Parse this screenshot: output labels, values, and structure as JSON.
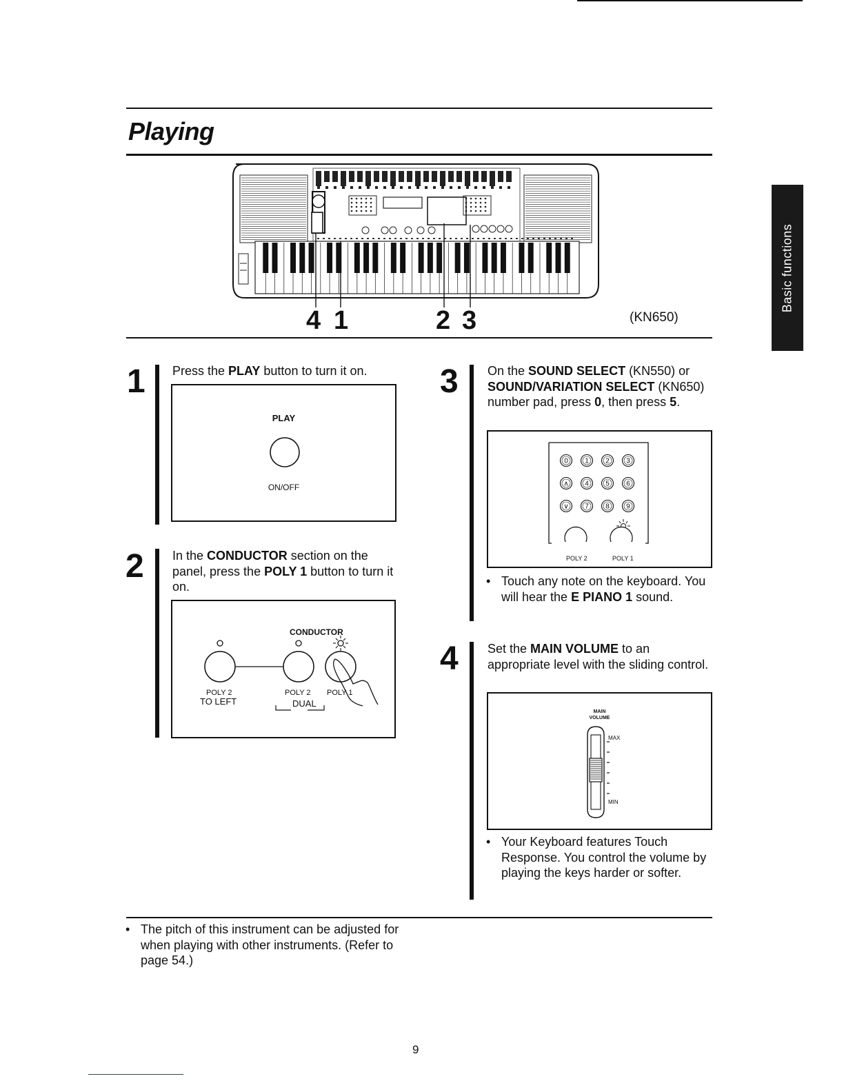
{
  "page": {
    "title": "Playing",
    "tab_label": "Basic functions",
    "page_number": "9",
    "model_label": "(KN650)",
    "callouts": [
      "4",
      "1",
      "2",
      "3"
    ]
  },
  "steps": [
    {
      "number": "1",
      "parts": [
        [
          "Press the ",
          false
        ],
        [
          "PLAY",
          true
        ],
        [
          " button to turn it on.",
          false
        ]
      ],
      "fig": {
        "top": "PLAY",
        "bottom": "ON/OFF"
      }
    },
    {
      "number": "2",
      "parts": [
        [
          "In the ",
          false
        ],
        [
          "CONDUCTOR",
          true
        ],
        [
          " section on the panel, press the ",
          false
        ],
        [
          "POLY 1",
          true
        ],
        [
          " button to turn it on.",
          false
        ]
      ],
      "fig": {
        "header": "CONDUCTOR",
        "poly2_a": "POLY 2",
        "to_left": "TO LEFT",
        "poly2_b": "POLY 2",
        "poly1": "POLY 1",
        "dual": "DUAL"
      }
    },
    {
      "number": "3",
      "parts": [
        [
          "On the ",
          false
        ],
        [
          "SOUND SELECT",
          true
        ],
        [
          " (KN550) or ",
          false
        ],
        [
          "SOUND/VARIATION SELECT",
          true
        ],
        [
          " (KN650) number pad, press ",
          false
        ],
        [
          "0",
          true
        ],
        [
          ", then press ",
          false
        ],
        [
          "5",
          true
        ],
        [
          ".",
          false
        ]
      ],
      "fig": {
        "keys": [
          "0",
          "1",
          "2",
          "3",
          "∧",
          "4",
          "5",
          "6",
          "∨",
          "7",
          "8",
          "9"
        ],
        "poly2": "POLY 2",
        "poly1": "POLY 1"
      },
      "note": [
        [
          "Touch any note on the keyboard. You will hear the ",
          false
        ],
        [
          "E PIANO 1",
          true
        ],
        [
          " sound.",
          false
        ]
      ]
    },
    {
      "number": "4",
      "parts": [
        [
          "Set the ",
          false
        ],
        [
          "MAIN VOLUME",
          true
        ],
        [
          " to an appropriate level with the sliding control.",
          false
        ]
      ],
      "fig": {
        "label_top": "MAIN",
        "label_bottom": "VOLUME",
        "max": "MAX",
        "min": "MIN"
      },
      "note": [
        [
          "Your Keyboard features Touch Response. You control the volume by playing the keys harder or softer.",
          false
        ]
      ]
    }
  ],
  "footnote": "The pitch of this instrument can be adjusted for when playing with other instruments. (Refer to page 54.)"
}
